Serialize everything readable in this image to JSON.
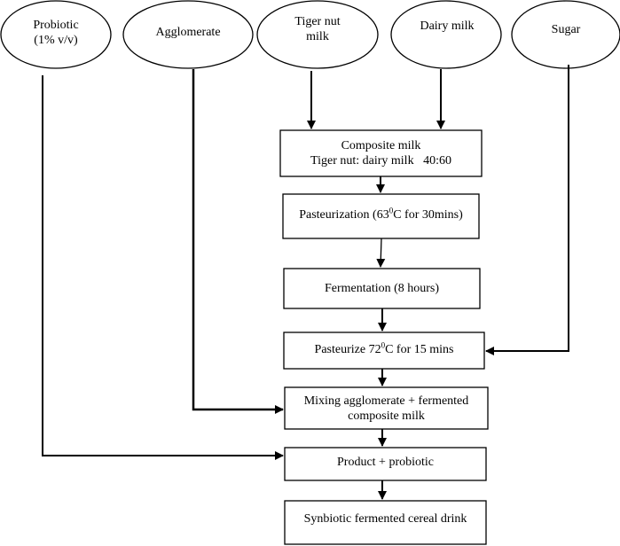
{
  "inputs": {
    "probiotic": {
      "line1": "Probiotic",
      "line2": "(1% v/v)"
    },
    "agglomerate": "Agglomerate",
    "tiger_nut_milk": {
      "line1": "Tiger nut",
      "line2": "milk"
    },
    "dairy_milk": "Dairy milk",
    "sugar": "Sugar"
  },
  "steps": {
    "composite_milk": {
      "line1": "Composite milk",
      "line2": "Tiger nut: dairy milk   40:60"
    },
    "pasteurization": {
      "pre": "Pasteurization (63",
      "sup": "0",
      "post": "C for 30mins)"
    },
    "fermentation": "Fermentation (8 hours)",
    "pasteurize": {
      "pre": "Pasteurize 72",
      "sup": "0",
      "post": "C for 15 mins"
    },
    "mixing": {
      "line1": "Mixing agglomerate + fermented",
      "line2": "composite milk"
    },
    "product": "Product + probiotic",
    "final": "Synbiotic fermented cereal drink"
  }
}
